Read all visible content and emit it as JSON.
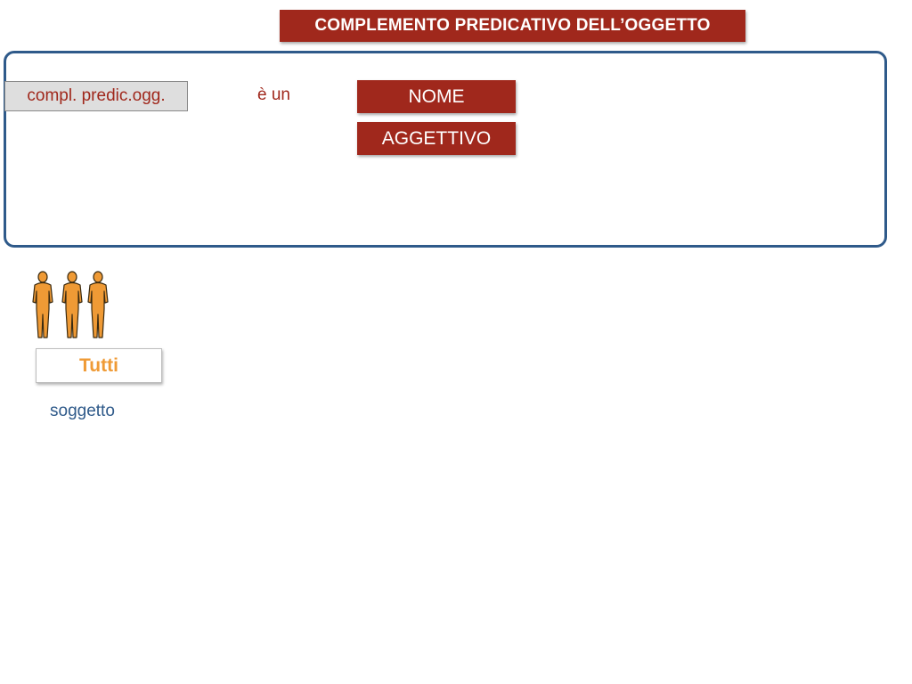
{
  "title": "COMPLEMENTO PREDICATIVO DELL’OGGETTO",
  "definition": {
    "term": "compl. predic.ogg.",
    "connector": "è un",
    "options": [
      "NOME",
      "AGGETTIVO"
    ]
  },
  "example": {
    "figure_icon": "three-people-icon",
    "word": "Tutti",
    "role": "soggetto"
  },
  "colors": {
    "accent_red": "#a0281c",
    "frame_blue": "#2f5a8a",
    "orange": "#ef9a35",
    "term_bg": "#dedede"
  }
}
